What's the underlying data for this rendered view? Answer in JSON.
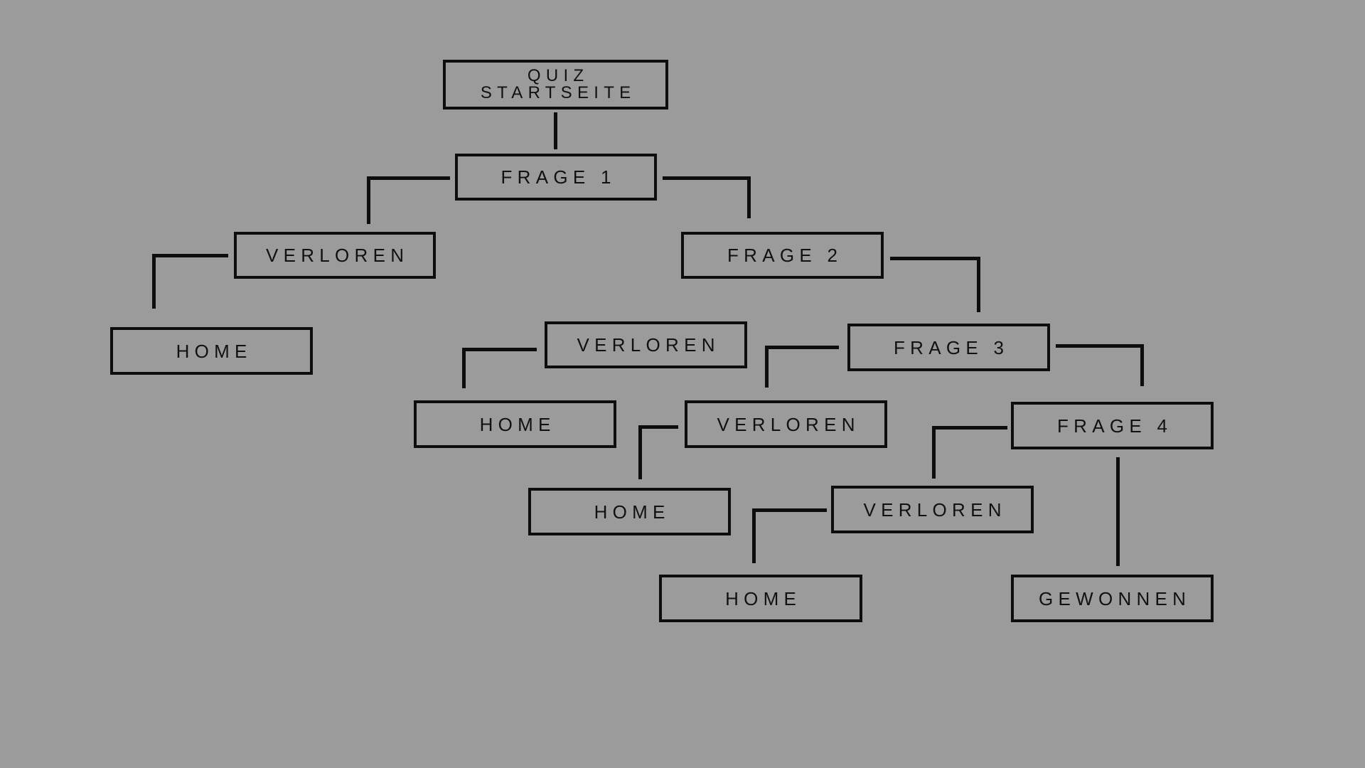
{
  "diagram": {
    "nodes": {
      "start": {
        "line1": "QUIZ",
        "line2": "STARTSEITE"
      },
      "frage1": "FRAGE 1",
      "frage2": "FRAGE 2",
      "frage3": "FRAGE 3",
      "frage4": "FRAGE 4",
      "verloren1": "VERLOREN",
      "verloren2": "VERLOREN",
      "verloren3": "VERLOREN",
      "verloren4": "VERLOREN",
      "home1": "HOME",
      "home2": "HOME",
      "home3": "HOME",
      "home4": "HOME",
      "gewonnen": "GEWONNEN"
    },
    "colors": {
      "background": "#9b9b9b",
      "stroke": "#0d0d0d",
      "text": "#111111"
    }
  }
}
